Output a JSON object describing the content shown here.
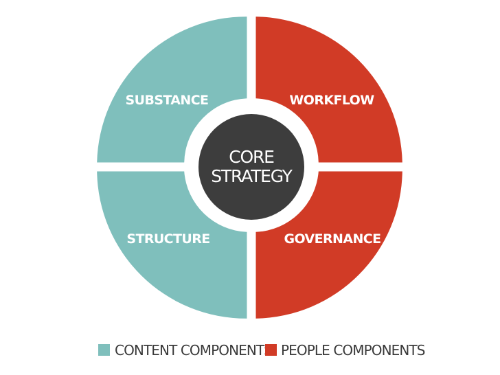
{
  "quadrants": {
    "top_left": {
      "label": "SUBSTANCE",
      "color": "#7fbfbc"
    },
    "top_right": {
      "label": "WORKFLOW",
      "color": "#d13b26"
    },
    "bottom_left": {
      "label": "STRUCTURE",
      "color": "#7fbfbc"
    },
    "bottom_right": {
      "label": "GOVERNANCE",
      "color": "#d13b26"
    }
  },
  "center": {
    "line1": "CORE",
    "line2": "STRATEGY",
    "color": "#3d3d3d"
  },
  "legend": {
    "content": {
      "label": "CONTENT COMPONENTS",
      "color": "#7fbfbc"
    },
    "people": {
      "label": "PEOPLE COMPONENTS",
      "color": "#d13b26"
    }
  }
}
